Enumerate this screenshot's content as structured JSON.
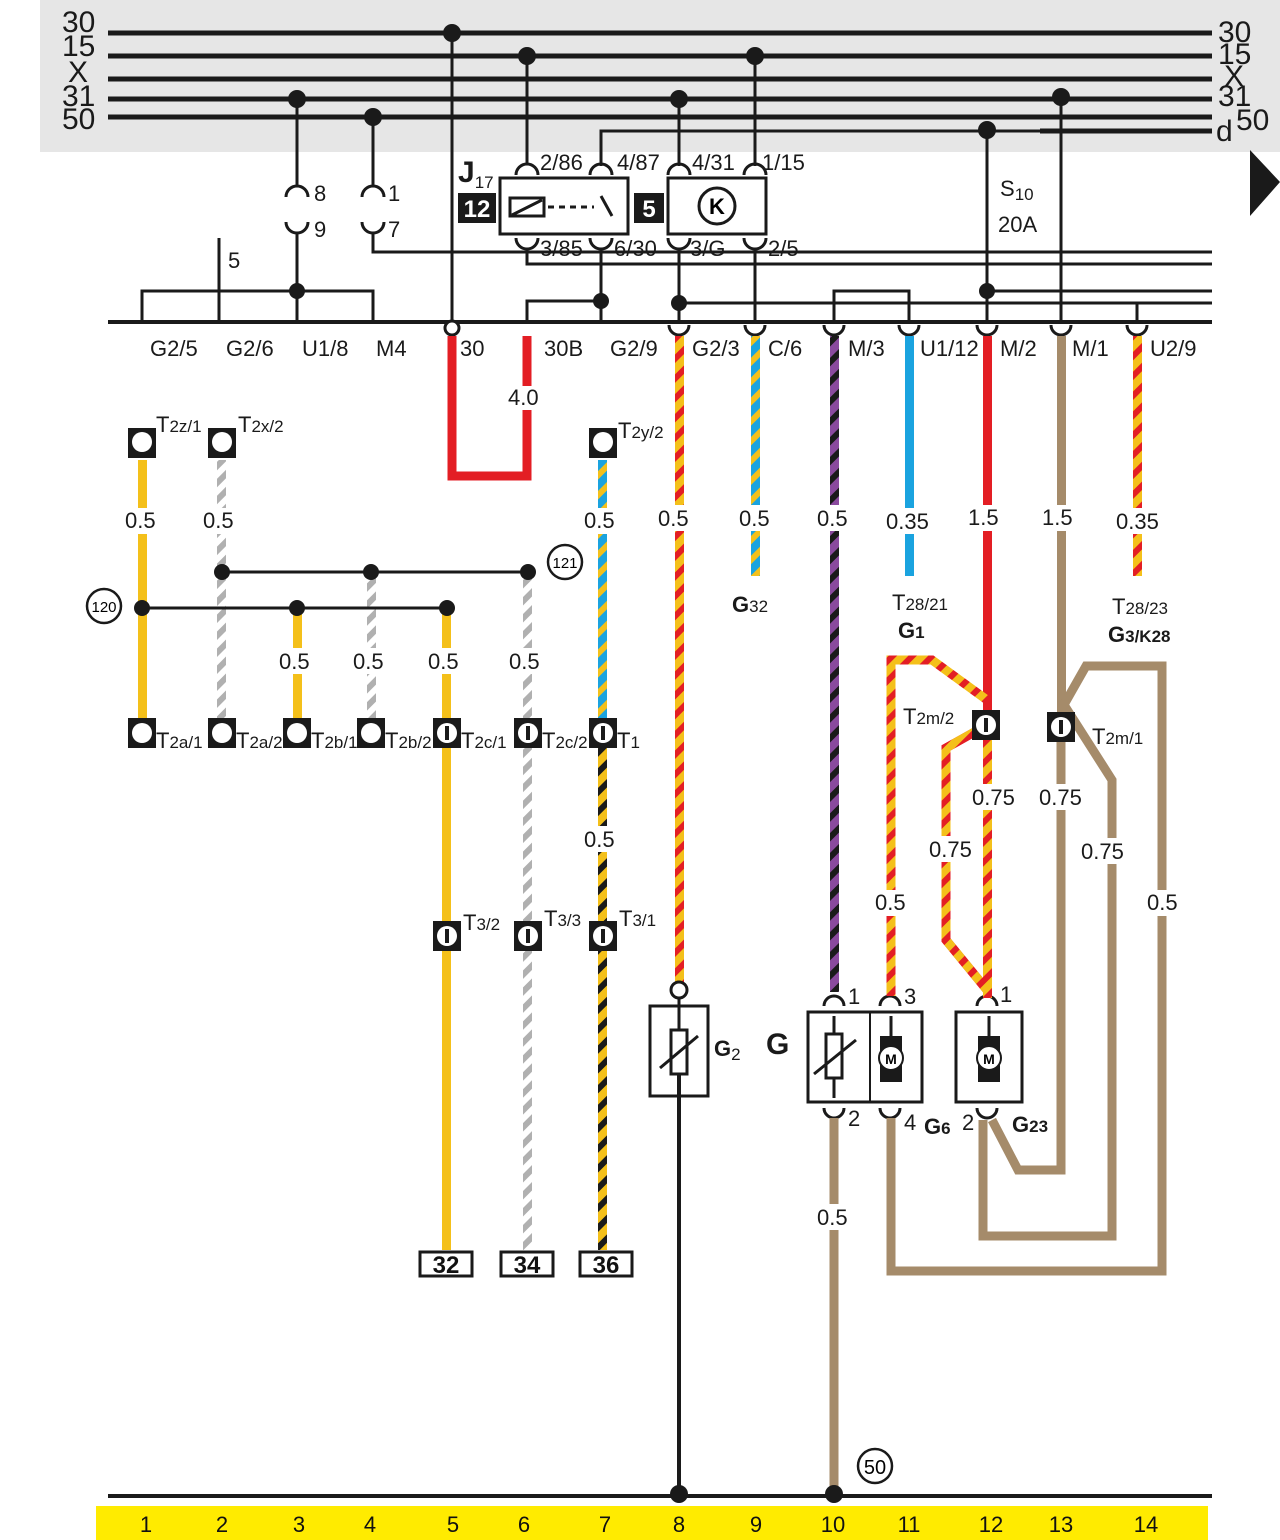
{
  "rails": {
    "r30": "30",
    "r15": "15",
    "rX": "X",
    "r31": "31",
    "r50": "50",
    "rd": "d"
  },
  "relay": {
    "name": "J",
    "name_sub": "17",
    "box_num": "12",
    "t_2_86": "2/86",
    "t_4_87": "4/87",
    "t_3_85": "3/85",
    "t_6_30": "6/30"
  },
  "module_k": {
    "box_num": "5",
    "symbol": "K",
    "t_4_31": "4/31",
    "t_1_15": "1/15",
    "t_3_G": "3/G",
    "t_2_5": "2/5"
  },
  "fuse": {
    "name": "S",
    "name_sub": "10",
    "rating": "20A"
  },
  "switch_pins": {
    "p8": "8",
    "p1": "1",
    "p9": "9",
    "p7": "7",
    "p5": "5"
  },
  "bus_labels": [
    "G2/5",
    "G2/6",
    "U1/8",
    "M4",
    "30",
    "30B",
    "G2/9",
    "G2/3",
    "C/6",
    "M/3",
    "U1/12",
    "M/2",
    "M/1",
    "U2/9"
  ],
  "wire_sizes": {
    "w30": "4.0",
    "g29": "0.5",
    "g23": "0.5",
    "m3": "0.5",
    "u112": "0.35",
    "m2": "1.5",
    "m1": "1.5",
    "u29": "0.35",
    "t2z": "0.5",
    "t2x": "0.5",
    "t2y": "0.5",
    "b3": "0.5",
    "b4": "0.5",
    "b5": "0.5",
    "b6": "0.5",
    "t1": "0.5",
    "g1a": "0.75",
    "g1b": "0.75",
    "g1c": "0.5",
    "g3a": "0.75",
    "g3b": "0.75",
    "g3c": "0.5",
    "gnd": "0.5"
  },
  "connectors": {
    "T2z1": {
      "main": "T",
      "sub": "2z/1"
    },
    "T2x2": {
      "main": "T",
      "sub": "2x/2"
    },
    "T2y2": {
      "main": "T",
      "sub": "2y/2"
    },
    "T2a1": {
      "main": "T",
      "sub": "2a/1"
    },
    "T2a2": {
      "main": "T",
      "sub": "2a/2"
    },
    "T2b1": {
      "main": "T",
      "sub": "2b/1"
    },
    "T2b2": {
      "main": "T",
      "sub": "2b/2"
    },
    "T2c1": {
      "main": "T",
      "sub": "2c/1"
    },
    "T2c2": {
      "main": "T",
      "sub": "2c/2"
    },
    "T1": {
      "main": "T",
      "sub": "1"
    },
    "T32": {
      "main": "T",
      "sub": "3/2"
    },
    "T33": {
      "main": "T",
      "sub": "3/3"
    },
    "T31": {
      "main": "T",
      "sub": "3/1"
    },
    "T2m2": {
      "main": "T",
      "sub": "2m/2"
    },
    "T2m1": {
      "main": "T",
      "sub": "2m/1"
    }
  },
  "refs": {
    "r120": "120",
    "r121": "121",
    "r50": "50"
  },
  "components": {
    "G32": {
      "main": "G",
      "sub": "32"
    },
    "G1": {
      "conn": "T",
      "conn_sub": "28/21",
      "main": "G",
      "sub": "1"
    },
    "G3": {
      "conn": "T",
      "conn_sub": "28/23",
      "main": "G",
      "sub": "3/K28"
    },
    "G2": {
      "main": "G",
      "sub": "2"
    },
    "G": {
      "main": "G"
    },
    "G6": {
      "main": "G",
      "sub": "6"
    },
    "G23": {
      "main": "G",
      "sub": "23"
    },
    "motor_symbol": "M",
    "pins": {
      "g_1": "1",
      "g_3": "3",
      "g_2": "2",
      "g_4": "4",
      "g23_1": "1",
      "g23_2": "2"
    }
  },
  "continuations": [
    "32",
    "34",
    "36"
  ],
  "footer_numbers": [
    "1",
    "2",
    "3",
    "4",
    "5",
    "6",
    "7",
    "8",
    "9",
    "10",
    "11",
    "12",
    "13",
    "14"
  ],
  "colors": {
    "red": "#e31e24",
    "yellow": "#f4c01a",
    "blue": "#1aa3df",
    "black": "#1a1a1a",
    "violet": "#8a4a9e",
    "brown": "#a58b6a",
    "grey": "#bfbfbf",
    "header_bg": "#e6e6e6",
    "footer_bg": "#ffeb00"
  }
}
